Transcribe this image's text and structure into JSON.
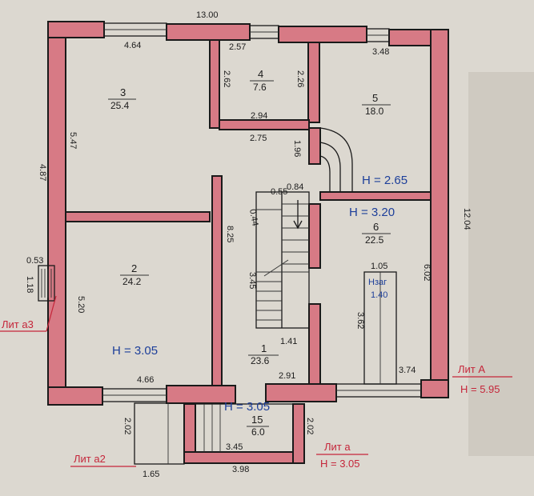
{
  "dimensions": {
    "top_total": "13.00",
    "right_total": "12.04",
    "left_total": "4.87",
    "room3_top": "4.64",
    "room4_top": "2.57",
    "room5_top": "3.48",
    "room4_left": "2.62",
    "room4_right": "2.26",
    "corridor_top": "2.94",
    "corridor_bottom": "2.75",
    "room3_side": "5.47",
    "stair_upper": "1.96",
    "landing_w": "0.84",
    "landing_h": "0.55",
    "stair_diag": "0.44",
    "room1_left_h": "8.25",
    "room2_left_h": "5.20",
    "stair_run": "3.45",
    "stair_width": "1.41",
    "room1_bottom": "2.91",
    "room2_bottom": "4.66",
    "room6_right_h": "6.02",
    "room6_closet_w": "1.05",
    "room6_closet_h": "3.62",
    "room6_bottom": "3.74",
    "vent_w": "0.53",
    "vent_h": "1.18",
    "porch_left_h": "2.02",
    "porch_right_h": "2.02",
    "porch_inner_w": "3.45",
    "porch_outer_w": "3.98",
    "porch_left_offset": "1.65"
  },
  "rooms": [
    {
      "num": "3",
      "area": "25.4"
    },
    {
      "num": "4",
      "area": "7.6"
    },
    {
      "num": "5",
      "area": "18.0"
    },
    {
      "num": "2",
      "area": "24.2"
    },
    {
      "num": "1",
      "area": "23.6"
    },
    {
      "num": "6",
      "area": "22.5"
    },
    {
      "num": "15",
      "area": "6.0"
    }
  ],
  "closet": {
    "label": "Нзаг",
    "value": "1.40"
  },
  "heights": {
    "room5": "H = 2.65",
    "room6": "H = 3.20",
    "room2": "H = 3.05",
    "porch": "H = 3.05"
  },
  "annotations": {
    "lit_a3": "Лит а3",
    "lit_a_upper": "Лит А",
    "lit_a_upper_h": "H = 5.95",
    "lit_a": "Лит а",
    "lit_a_h": "H = 3.05",
    "lit_a2": "Лит а2"
  }
}
